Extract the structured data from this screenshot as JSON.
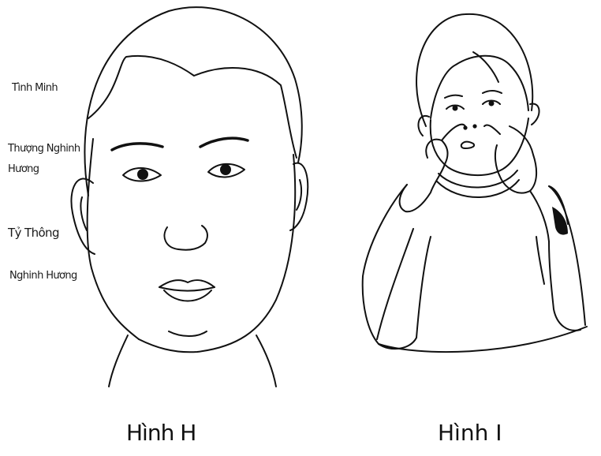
{
  "figure_h": {
    "caption": "Hình H",
    "points": {
      "tinh_minh": "Tình Minh",
      "thuong_nghinh_huong_1": "Thượng Nghinh",
      "thuong_nghinh_huong_2": "Hương",
      "ty_thong": "Tỷ Thông",
      "nghinh_huong": "Nghinh Hương"
    }
  },
  "figure_i": {
    "caption": "Hình I"
  }
}
